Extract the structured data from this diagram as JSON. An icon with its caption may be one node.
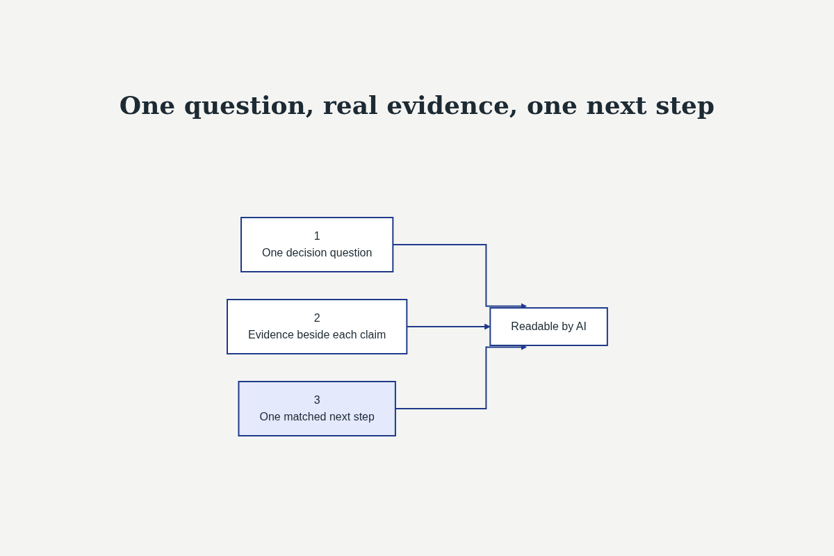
{
  "diagram": {
    "title": "One question, real evidence, one next step",
    "nodes": [
      {
        "text": [
          "1",
          "One decision question"
        ]
      },
      {
        "text": [
          "2",
          "Evidence beside each claim"
        ]
      },
      {
        "text": [
          "3",
          "One matched next step"
        ]
      },
      {
        "text": [
          "Readable by AI"
        ]
      }
    ],
    "edges": [
      {
        "from": 0,
        "to": 3,
        "arrow": "to"
      },
      {
        "from": 1,
        "to": 3,
        "arrow": "to"
      },
      {
        "from": 2,
        "to": 3,
        "arrow": "to"
      }
    ]
  }
}
